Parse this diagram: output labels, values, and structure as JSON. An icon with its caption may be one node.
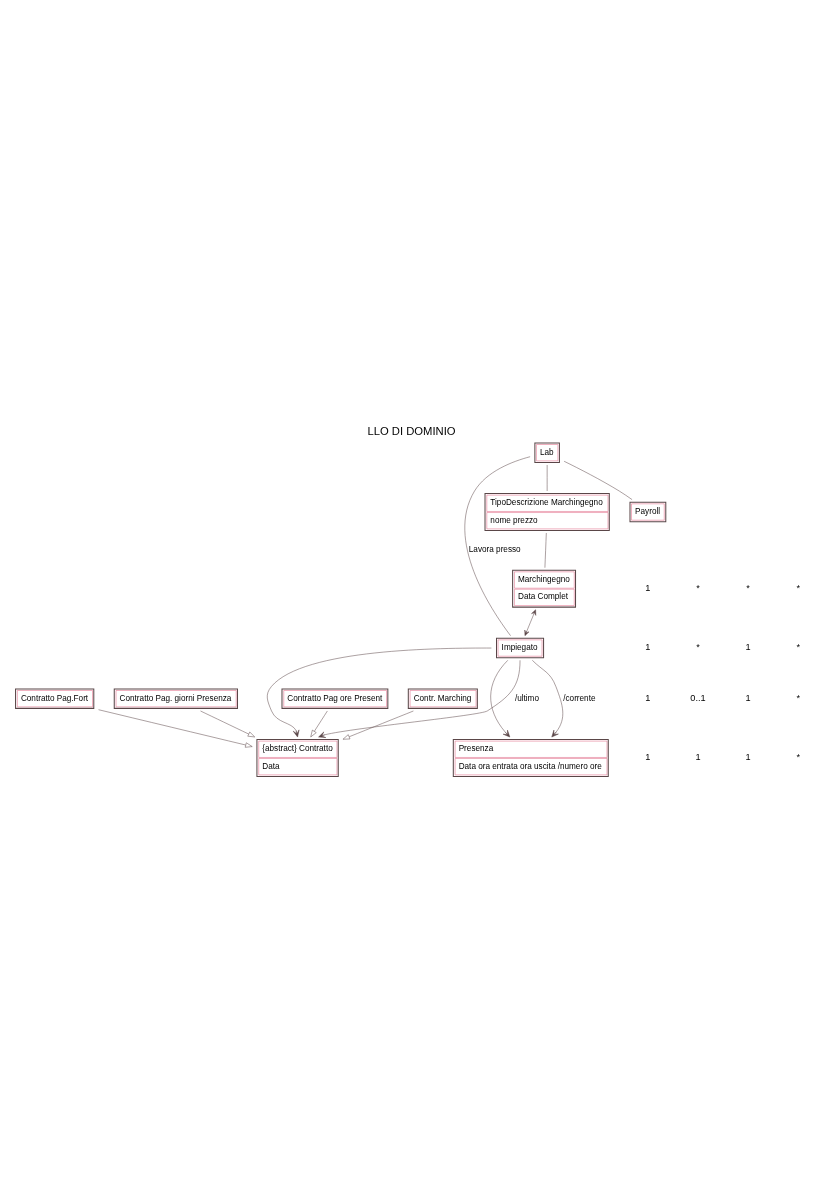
{
  "diagram": {
    "title": "LLO DI DOMINIO",
    "nodes": [
      {
        "text": [
          "TipoDescrizione Marchingegno",
          "nome prezzo"
        ]
      },
      {
        "text": [
          "Marchingegno",
          "Data Complet"
        ]
      },
      {
        "text": [
          "Impiegato"
        ]
      },
      {
        "text": [
          "Lab"
        ]
      },
      {
        "text": [
          "Presenza",
          "Data ora entrata ora uscita /numero ore"
        ]
      },
      {
        "text": [
          "{abstract} Contratto",
          "Data"
        ]
      },
      {
        "text": [
          "Payroll"
        ]
      },
      {
        "text": [
          "Contratto Pag.Fort"
        ]
      },
      {
        "text": [
          "Contratto Pag. giorni Presenza"
        ]
      },
      {
        "text": [
          "Contratto Pag ore Present"
        ]
      },
      {
        "text": [
          "Contr. Marching"
        ]
      }
    ],
    "edges": [
      {
        "from": 0,
        "to": 1,
        "arrow": "none"
      },
      {
        "from": 3,
        "to": 0,
        "arrow": "none"
      },
      {
        "from": 1,
        "to": 2,
        "arrow": "both"
      },
      {
        "from": 3,
        "to": 2,
        "arrow": "none",
        "label": "Lavora presso"
      },
      {
        "from": 2,
        "to": 4,
        "arrow": "to"
      },
      {
        "from": 2,
        "to": 4,
        "arrow": "to",
        "label": "/corrente"
      },
      {
        "from": 2,
        "to": 5,
        "arrow": "to"
      },
      {
        "from": 2,
        "to": 5,
        "arrow": "to",
        "label": "/ultimo"
      },
      {
        "from": 3,
        "to": 6,
        "arrow": "none"
      },
      {
        "from": 7,
        "to": 5,
        "arrow": "to"
      },
      {
        "from": 8,
        "to": 5,
        "arrow": "to"
      },
      {
        "from": 9,
        "to": 5,
        "arrow": "to"
      },
      {
        "from": 10,
        "to": 5,
        "arrow": "to"
      }
    ],
    "labels": [
      "1",
      "*",
      "*",
      "*",
      "1",
      "*",
      "1",
      "*",
      "1",
      "0..1",
      "1",
      "*",
      "1",
      "1",
      "1",
      "*"
    ]
  }
}
